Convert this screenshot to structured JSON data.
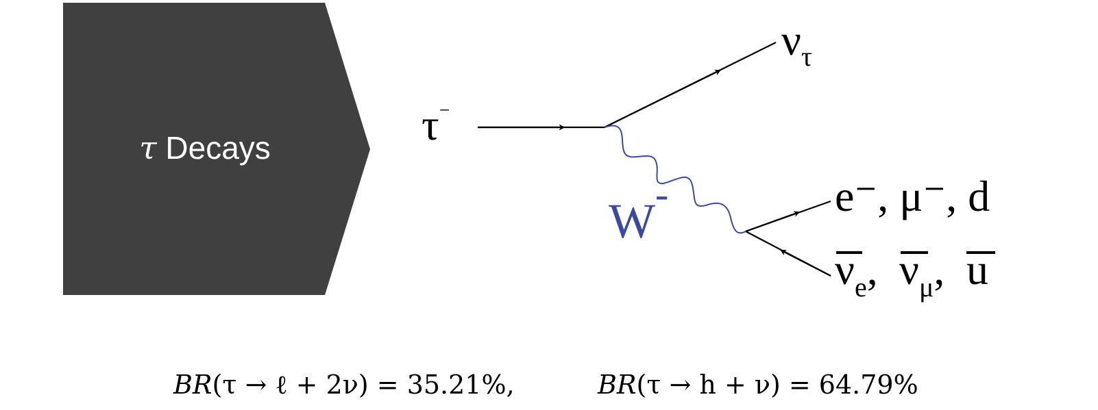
{
  "banner": {
    "tau": "τ",
    "label": " Decays"
  },
  "diagram": {
    "incoming": {
      "symbol": "τ",
      "superscript": "−"
    },
    "neutrino": {
      "symbol": "ν",
      "subscript": "τ"
    },
    "boson": {
      "symbol": "W",
      "superscript": "-"
    },
    "leptons": {
      "line": "e⁻, μ⁻, d"
    },
    "antiparticles": {
      "nu_e": {
        "symbol": "ν",
        "subscript": "e"
      },
      "nu_mu": {
        "symbol": "ν",
        "subscript": "μ"
      },
      "u": {
        "symbol": "u"
      },
      "sep": ","
    },
    "colors": {
      "boson": "#3b4aa0",
      "banner": "#404040",
      "lines": "#000000"
    }
  },
  "formulas": {
    "leptonic": {
      "prefix": "BR",
      "args": "(τ → ℓ + 2ν)",
      "value": " = 35.21%,"
    },
    "hadronic": {
      "prefix": "BR",
      "args": "(τ → h + ν)",
      "value": " = 64.79%"
    }
  }
}
